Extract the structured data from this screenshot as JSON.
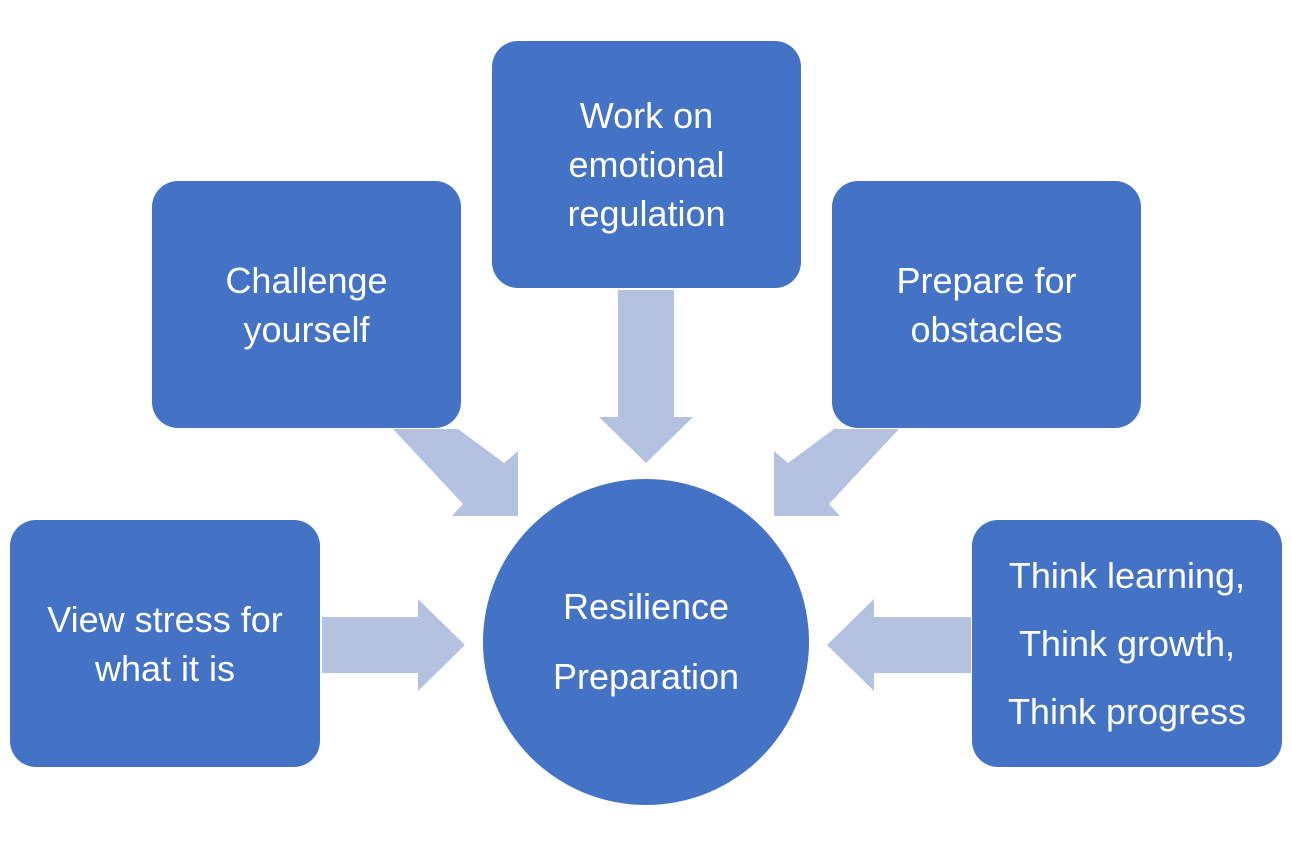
{
  "colors": {
    "node_fill": "#4472C4",
    "arrow_fill": "#B4C1E0",
    "text": "#FFFFFF",
    "background": "#FFFFFF"
  },
  "hub": {
    "lines": [
      "Resilience",
      "Preparation"
    ]
  },
  "nodes": {
    "view_stress": {
      "lines": [
        "View stress for",
        "what it is"
      ]
    },
    "challenge": {
      "lines": [
        "Challenge",
        "yourself"
      ]
    },
    "work_on": {
      "lines": [
        "Work on",
        "emotional",
        "regulation"
      ]
    },
    "prepare": {
      "lines": [
        "Prepare for",
        "obstacles"
      ]
    },
    "think": {
      "lines": [
        "Think learning,",
        "Think growth,",
        "Think progress"
      ]
    }
  }
}
